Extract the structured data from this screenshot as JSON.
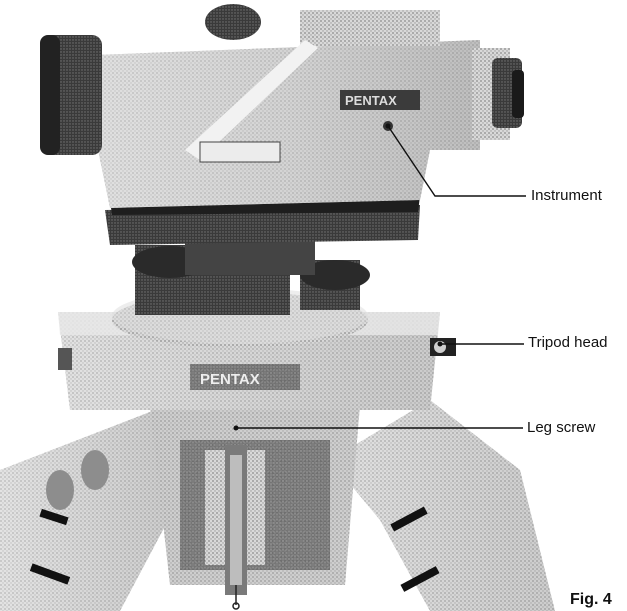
{
  "labels": {
    "instrument": "Instrument",
    "tripod_head": "Tripod head",
    "leg_screw": "Leg screw"
  },
  "brand_plate": "PENTAX",
  "caption": "Fig. 4"
}
